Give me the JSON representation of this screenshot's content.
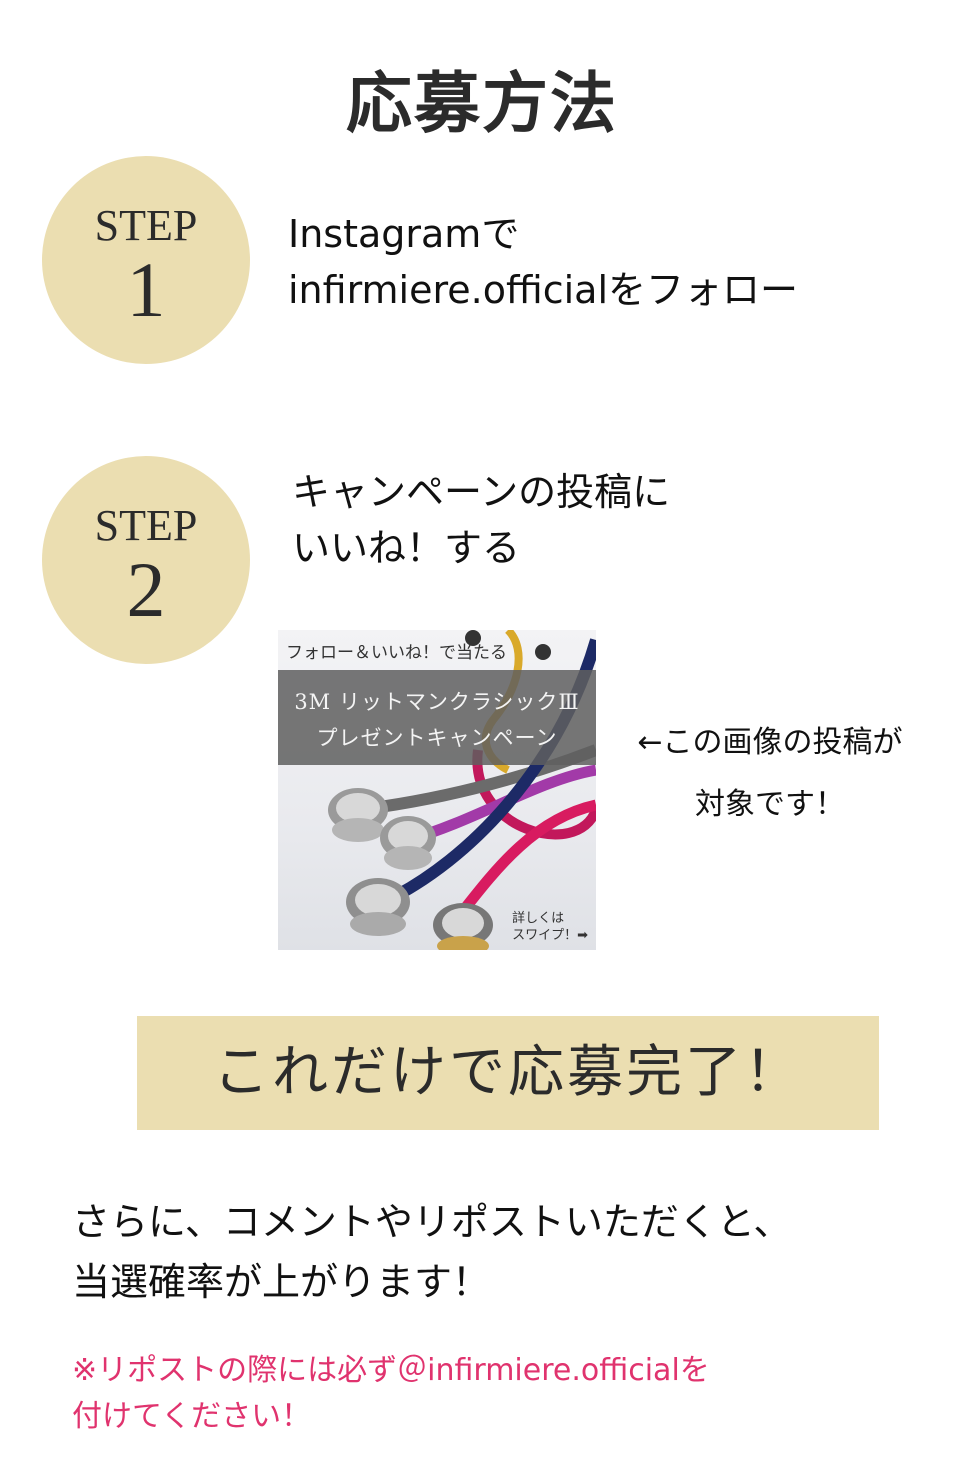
{
  "title": "応募方法",
  "steps": [
    {
      "label": "STEP",
      "number": "1",
      "lines": [
        "Instagramで",
        "infirmiere.officialをフォロー"
      ]
    },
    {
      "label": "STEP",
      "number": "2",
      "lines": [
        "キャンペーンの投稿に",
        "いいね！する"
      ]
    }
  ],
  "campaign_image": {
    "top_text": "フォロー＆いいね！で当たる",
    "band_line1": "3M リットマンクラシックⅢ",
    "band_line2": "プレゼントキャンペーン",
    "swipe_line1": "詳しくは",
    "swipe_line2": "スワイプ！➡"
  },
  "side_note": {
    "line1": "←この画像の投稿が",
    "line2": "対象です！"
  },
  "done_banner": "これだけで応募完了！",
  "more_info": {
    "line1": "さらに、コメントやリポストいただくと、",
    "line2": "当選確率が上がります！"
  },
  "note": {
    "line1": "※リポストの際には必ず＠infirmiere.officialを",
    "line2": "付けてください！"
  },
  "colors": {
    "step_circle": "#ebdeb1",
    "note_text": "#e0336e"
  }
}
